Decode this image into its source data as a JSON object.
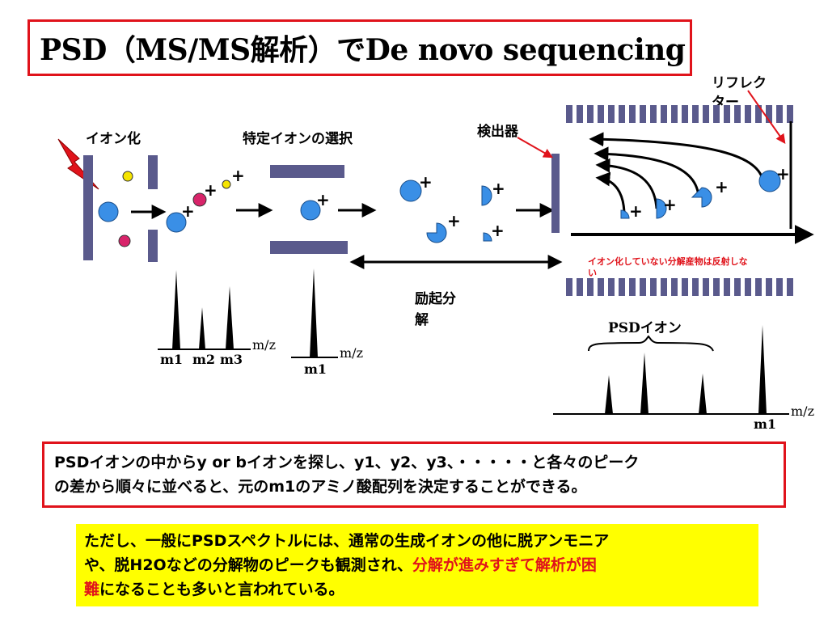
{
  "title": "PSD（MS/MS解析）でDe novo sequencing",
  "labels": {
    "ionization": "イオン化",
    "selection": "特定イオンの選択",
    "detector": "検出器",
    "reflector_line1": "リフレク",
    "reflector_line2": "ター",
    "excitation_line1": "励起分",
    "excitation_line2": "解",
    "non_ionized_line1": "イオン化していない分解産物は反射しな",
    "non_ionized_line2": "い",
    "psd_ions": "PSDイオン",
    "plus": "+"
  },
  "spectra": {
    "parent": {
      "peaks": [
        "m1",
        "m2",
        "m3"
      ],
      "axis": "m/z"
    },
    "selected": {
      "peaks": [
        "m1"
      ],
      "axis": "m/z"
    },
    "psd": {
      "peaks": [
        "m1"
      ],
      "axis": "m/z"
    }
  },
  "info_box": {
    "line1": "PSDイオンの中からy or bイオンを探し、y1、y2、y3、・・・・・と各々のピーク",
    "line2": "の差から順々に並べると、元のm1のアミノ酸配列を決定することができる。"
  },
  "note_box": {
    "line1": "ただし、一般にPSDスペクトルには、通常の生成イオンの他に脱アンモニア",
    "line2": "や、脱H2Oなどの分解物のピークも観測され、",
    "line2_red": "分解が進みすぎて解析が困",
    "line3_red": "難",
    "line3": "になることも多いと言われている。"
  },
  "colors": {
    "accent_red": "#e0131b",
    "ion_blue": "#3a8fe6",
    "plate": "#5a5a8c",
    "yellow_dot": "#f5e400",
    "magenta_dot": "#d8246a",
    "note_bg": "#ffff00"
  }
}
